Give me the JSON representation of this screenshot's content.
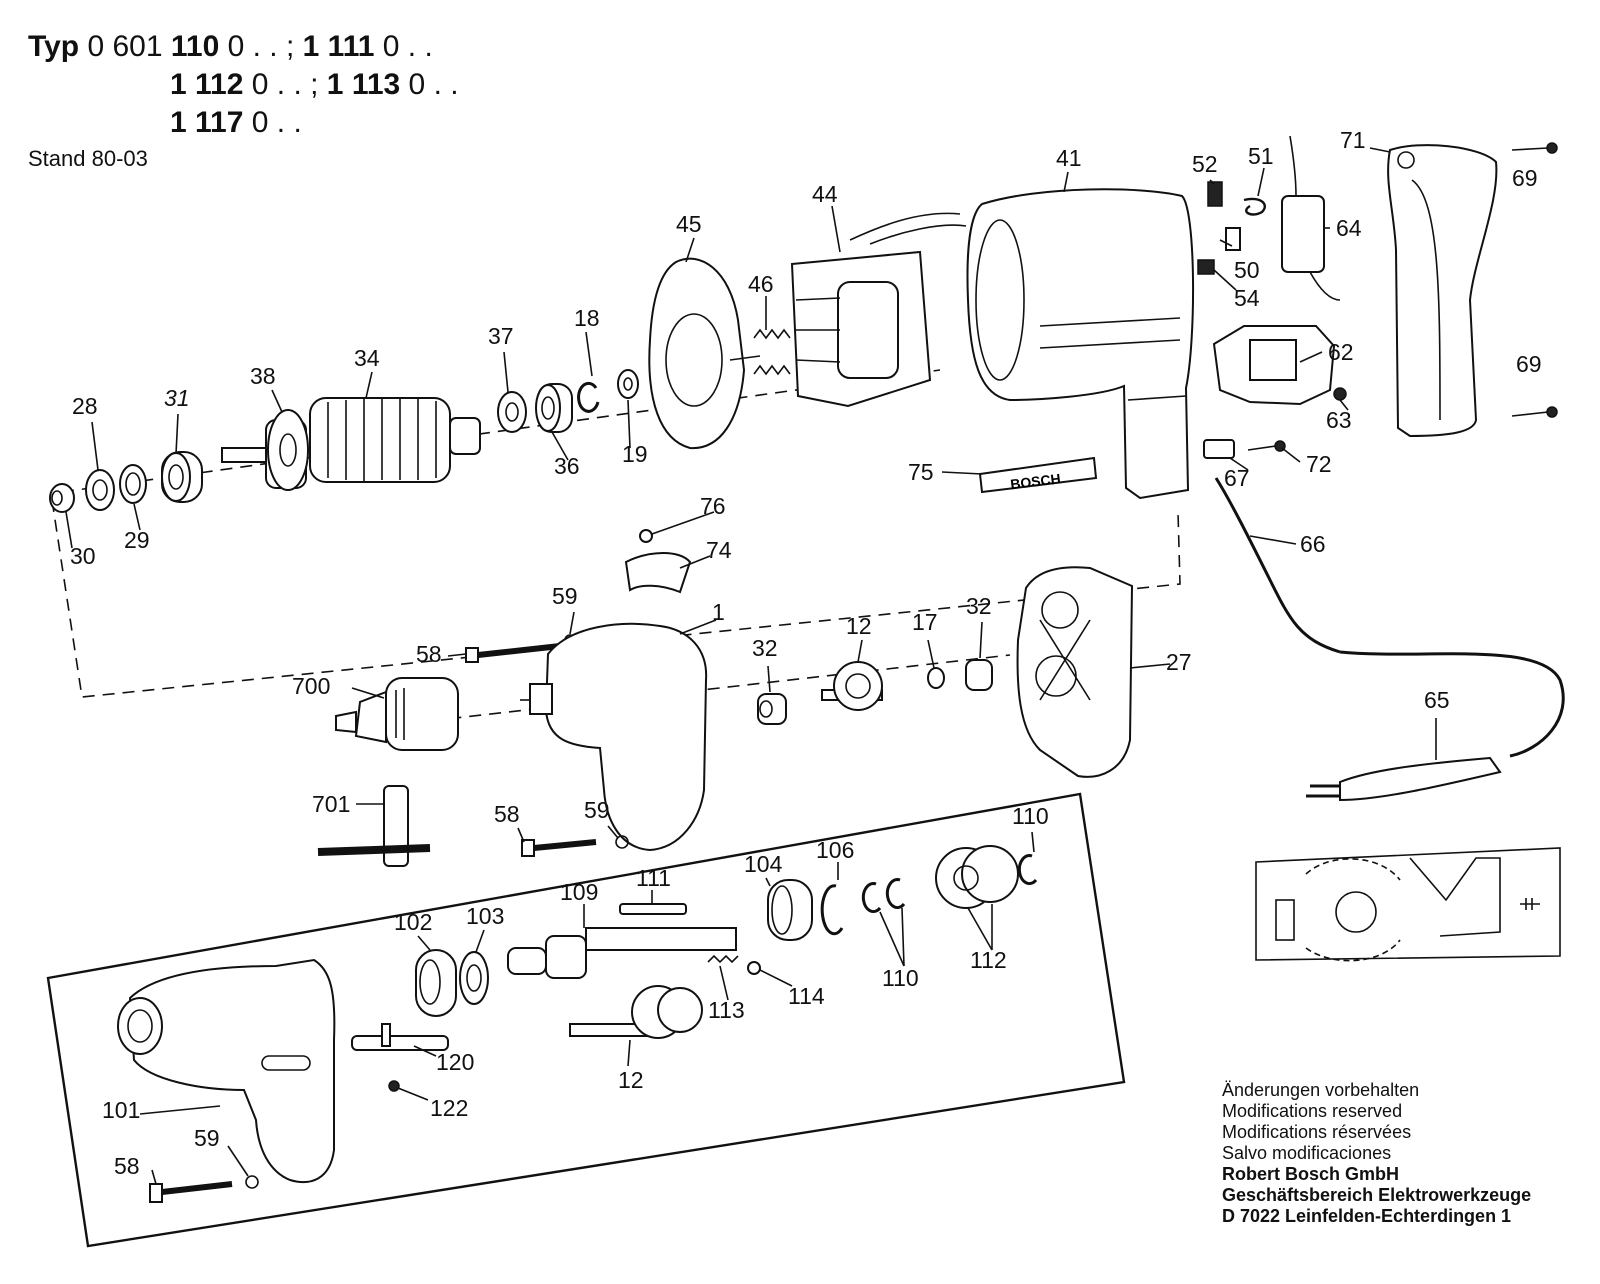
{
  "header": {
    "typ_word": "Typ",
    "line1_a": "0 601 ",
    "line1_b": "110",
    "line1_c": " 0 . . ; ",
    "line1_d": "1 111",
    "line1_e": " 0 . .",
    "line2_a": "1 112",
    "line2_b": " 0 . . ; ",
    "line2_c": "1 113",
    "line2_d": " 0 . .",
    "line3_a": "1 117",
    "line3_b": " 0 . .",
    "stand": "Stand 80-03"
  },
  "brand_plate": "BOSCH",
  "part_labels": {
    "p28": "28",
    "p31": "31",
    "p38": "38",
    "p34": "34",
    "p37": "37",
    "p18": "18",
    "p45": "45",
    "p46": "46",
    "p44": "44",
    "p41": "41",
    "p52": "52",
    "p51": "51",
    "p71": "71",
    "p69a": "69",
    "p64": "64",
    "p50": "50",
    "p54": "54",
    "p62": "62",
    "p69b": "69",
    "p63": "63",
    "p72": "72",
    "p67": "67",
    "p75": "75",
    "p66": "66",
    "p30": "30",
    "p29": "29",
    "p36": "36",
    "p19": "19",
    "p76": "76",
    "p74": "74",
    "p59a": "59",
    "p58a": "58",
    "p1": "1",
    "p700": "700",
    "p32a": "32",
    "p12a": "12",
    "p17": "17",
    "p32b": "32",
    "p27": "27",
    "p65": "65",
    "p701": "701",
    "p58b": "58",
    "p59b": "59",
    "p110a": "110",
    "p104": "104",
    "p106": "106",
    "p111": "111",
    "p109": "109",
    "p102": "102",
    "p103": "103",
    "p110b": "110",
    "p112": "112",
    "p113": "113",
    "p114": "114",
    "p12b": "12",
    "p120": "120",
    "p122": "122",
    "p101": "101",
    "p58c": "58",
    "p59c": "59"
  },
  "notes": {
    "line1": "Änderungen vorbehalten",
    "line2": "Modifications reserved",
    "line3": "Modifications réservées",
    "line4": "Salvo modificaciones",
    "line5": "Robert Bosch GmbH",
    "line6": "Geschäftsbereich Elektrowerkzeuge",
    "line7": "D 7022 Leinfelden-Echterdingen 1"
  }
}
